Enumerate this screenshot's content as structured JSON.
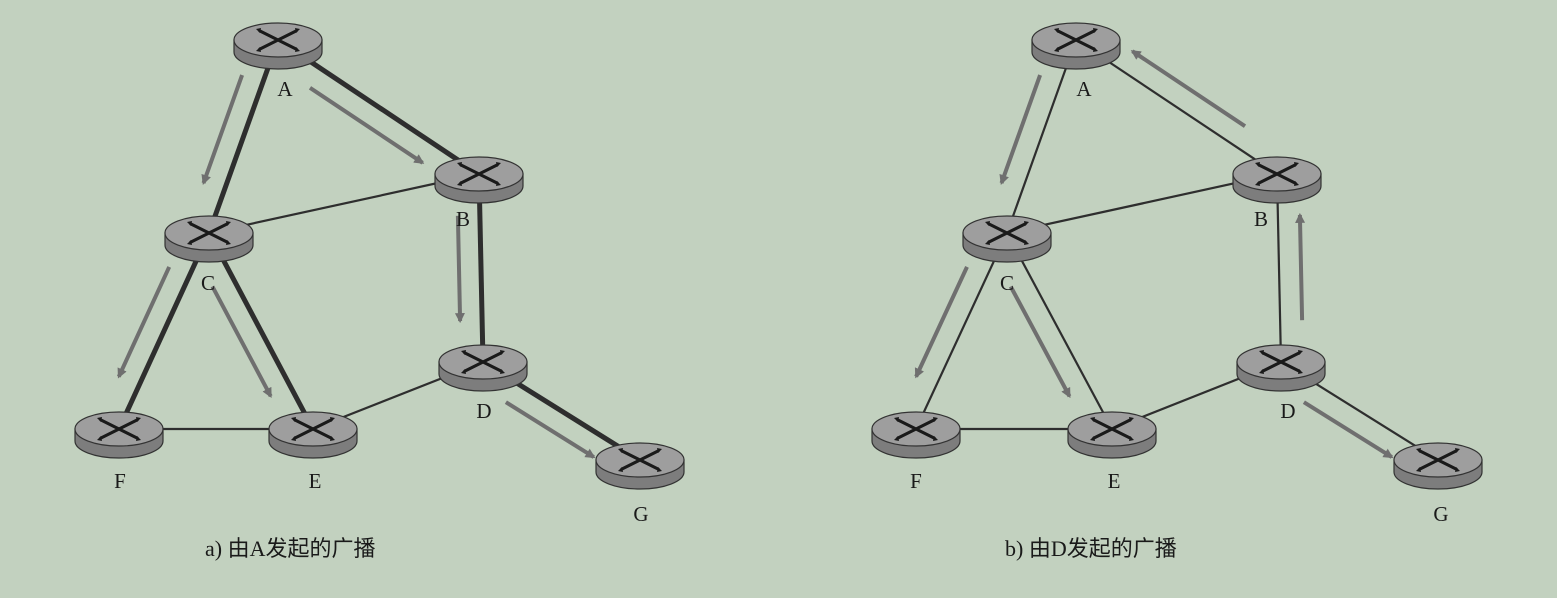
{
  "panels": [
    {
      "id": "a",
      "caption": "a) 由A发起的广播",
      "nodes": [
        "A",
        "B",
        "C",
        "D",
        "E",
        "F",
        "G"
      ],
      "links": [
        [
          "A",
          "B"
        ],
        [
          "A",
          "C"
        ],
        [
          "C",
          "B"
        ],
        [
          "C",
          "E"
        ],
        [
          "C",
          "F"
        ],
        [
          "B",
          "D"
        ],
        [
          "D",
          "E"
        ],
        [
          "E",
          "F"
        ],
        [
          "D",
          "G"
        ]
      ],
      "tree_links": [
        [
          "A",
          "B"
        ],
        [
          "A",
          "C"
        ],
        [
          "C",
          "E"
        ],
        [
          "C",
          "F"
        ],
        [
          "B",
          "D"
        ],
        [
          "D",
          "G"
        ]
      ],
      "flow_arrows": [
        [
          "A",
          "B"
        ],
        [
          "A",
          "C"
        ],
        [
          "C",
          "F"
        ],
        [
          "C",
          "E"
        ],
        [
          "B",
          "D"
        ],
        [
          "D",
          "G"
        ]
      ]
    },
    {
      "id": "b",
      "caption": "b) 由D发起的广播",
      "nodes": [
        "A",
        "B",
        "C",
        "D",
        "E",
        "F",
        "G"
      ],
      "links": [
        [
          "A",
          "B"
        ],
        [
          "A",
          "C"
        ],
        [
          "C",
          "B"
        ],
        [
          "C",
          "E"
        ],
        [
          "C",
          "F"
        ],
        [
          "B",
          "D"
        ],
        [
          "D",
          "E"
        ],
        [
          "E",
          "F"
        ],
        [
          "D",
          "G"
        ]
      ],
      "tree_links": [],
      "flow_arrows": [
        [
          "B",
          "A"
        ],
        [
          "A",
          "C"
        ],
        [
          "C",
          "F"
        ],
        [
          "C",
          "E"
        ],
        [
          "D",
          "B"
        ],
        [
          "D",
          "G"
        ]
      ]
    }
  ],
  "colors": {
    "background": "#c2d1bf",
    "link": "#2e2e2e",
    "router_body": "#7d7d7d",
    "router_top": "#9e9e9e",
    "router_mark": "#1a1a1a",
    "arrow": "#6f6f6f"
  },
  "icons": {
    "router": "router-icon",
    "arrow": "flow-arrow-icon"
  }
}
